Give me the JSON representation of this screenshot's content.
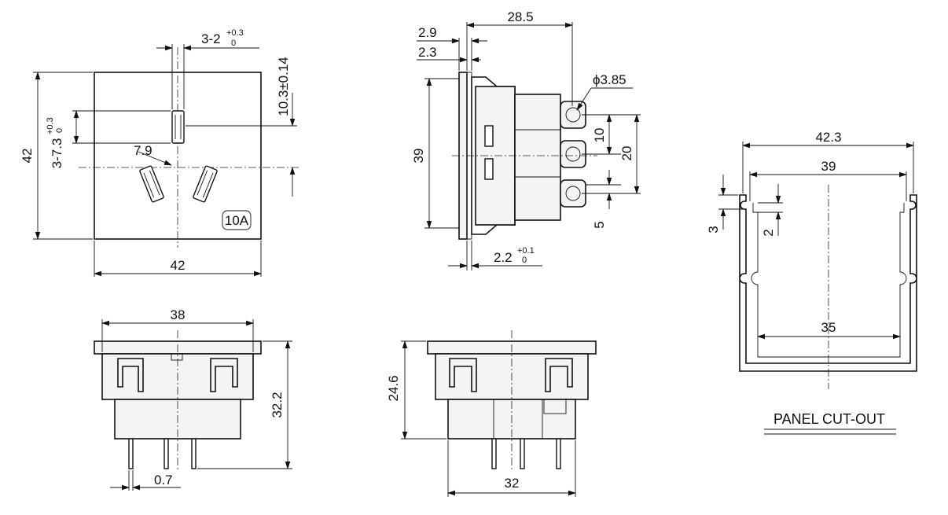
{
  "views": {
    "front": {
      "width": "42",
      "height": "42",
      "slot_width": "3-2",
      "slot_width_tol_upper": "+0.3",
      "slot_width_tol_lower": "0",
      "slot_length": "3-7.3",
      "slot_length_tol_upper": "+0.3",
      "slot_length_tol_lower": "0",
      "slot_offset": "10.3±0.14",
      "slot_spacing": "7.9",
      "rating_badge": "10A"
    },
    "side": {
      "depth": "28.5",
      "flange": "2.9",
      "flange_inner": "2.3",
      "hole_diameter": "ϕ3.85",
      "height": "39",
      "pin_pitch": "10",
      "pin_span": "20",
      "pin_edge": "5",
      "panel_thickness": "2.2",
      "panel_tol_upper": "+0.1",
      "panel_tol_lower": "0"
    },
    "bottom_left": {
      "width": "38",
      "height": "32.2",
      "pin_thickness": "0.7"
    },
    "bottom_right": {
      "height": "24.6",
      "width": "32"
    },
    "cutout": {
      "outer_width": "42.3",
      "inner_width": "39",
      "bottom_width": "35",
      "notch_height": "3",
      "notch_depth": "2",
      "title": "PANEL CUT-OUT"
    }
  }
}
